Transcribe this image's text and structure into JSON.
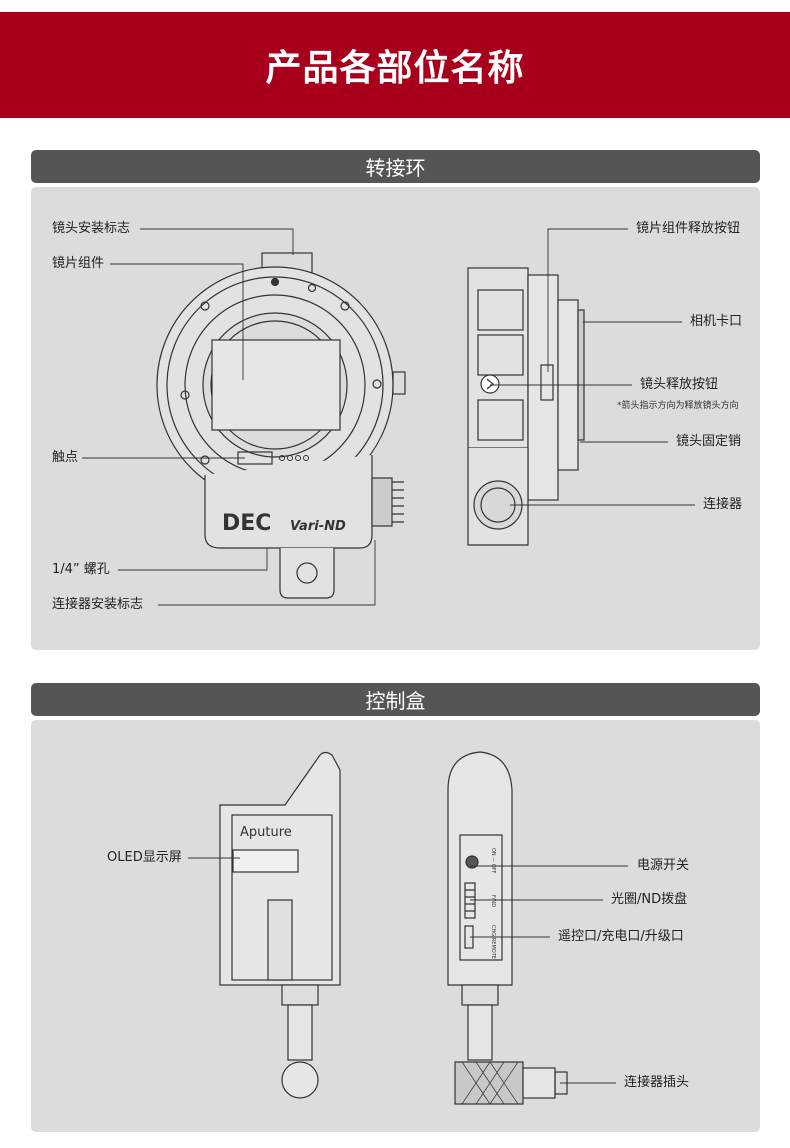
{
  "header": {
    "title": "产品各部位名称"
  },
  "adapter": {
    "title": "转接环",
    "labels": {
      "mount_mark": "镜头安装标志",
      "lens_assembly": "镜片组件",
      "contacts": "触点",
      "screw_hole": "1/4” 螺孔",
      "connector_mark": "连接器安装标志",
      "lens_assembly_release": "镜片组件释放按钮",
      "camera_mount": "相机卡口",
      "lens_release": "镜头释放按钮",
      "lens_release_note": "*箭头指示方向为释放镜头方向",
      "lens_pin": "镜头固定销",
      "connector": "连接器"
    },
    "logo": {
      "brand": "DEC",
      "model": "Vari-ND"
    }
  },
  "control_box": {
    "title": "控制盒",
    "labels": {
      "oled": "OLED显示屏",
      "power": "电源开关",
      "dial": "光圈/ND拨盘",
      "port": "遥控口/充电口/升级口",
      "plug": "连接器插头"
    },
    "logo": "Aputure",
    "device_text": {
      "switch": "ON — OFF",
      "dial": "F/ND",
      "port": "CHG/REMOTE"
    }
  }
}
